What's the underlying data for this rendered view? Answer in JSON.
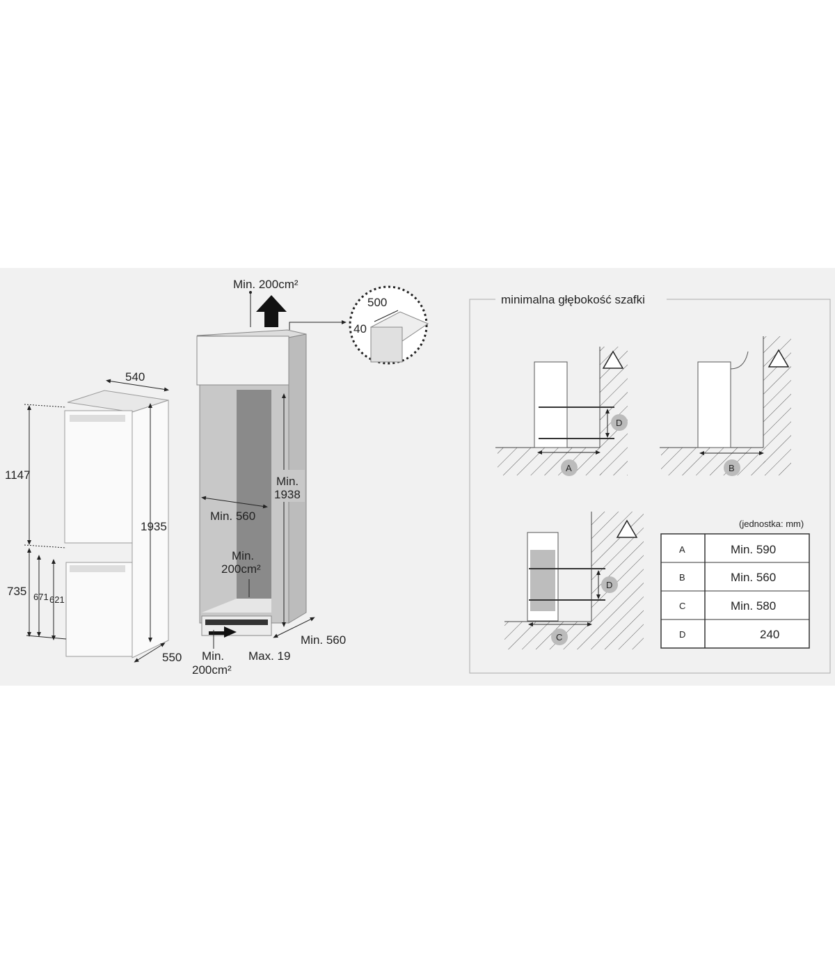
{
  "left_diagram": {
    "fridge": {
      "width": "540",
      "depth": "550",
      "height_total": "1935",
      "height_upper": "1147",
      "height_lower": "735",
      "height_671": "671",
      "height_621": "621"
    },
    "cabinet": {
      "top_vent": "Min. 200cm²",
      "detail_width": "500",
      "detail_height": "40",
      "inner_width": "Min. 560",
      "inner_height_1": "Min.",
      "inner_height_2": "1938",
      "rear_vent_1": "Min.",
      "rear_vent_2": "200cm²",
      "bottom_vent_1": "Min.",
      "bottom_vent_2": "200cm²",
      "plinth": "Max. 19",
      "depth": "Min. 560"
    }
  },
  "right_panel": {
    "title": "minimalna głębokość szafki",
    "unit_note": "(jednostka: mm)",
    "markers": [
      "A",
      "B",
      "C",
      "D"
    ],
    "table": [
      {
        "key": "A",
        "value": "Min. 590"
      },
      {
        "key": "B",
        "value": "Min. 560"
      },
      {
        "key": "C",
        "value": "Min. 580"
      },
      {
        "key": "D",
        "value": "240"
      }
    ]
  }
}
